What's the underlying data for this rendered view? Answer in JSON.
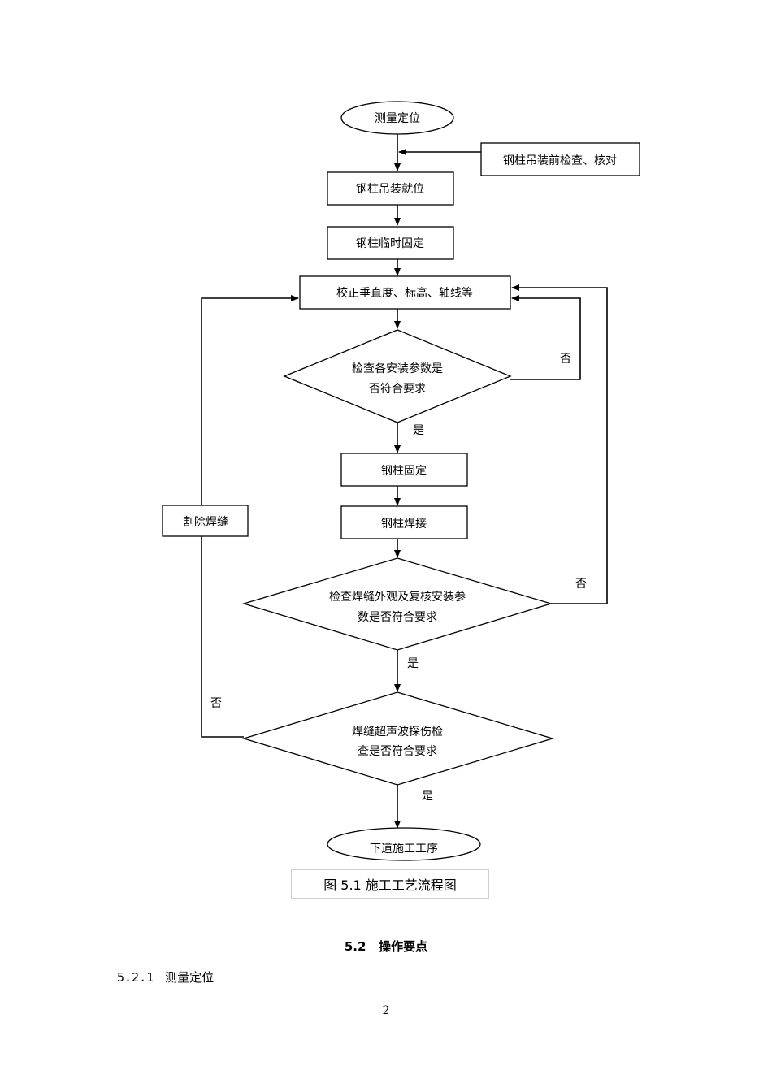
{
  "flowchart": {
    "start": "测量定位",
    "pre_check": "钢柱吊装前检查、核对",
    "hoist": "钢柱吊装就位",
    "temp_fix": "钢柱临时固定",
    "correct": "校正垂直度、标高、轴线等",
    "decision1": [
      "检查各安装参数是",
      "否符合要求"
    ],
    "fix": "钢柱固定",
    "weld": "钢柱焊接",
    "decision2": [
      "检查焊缝外观及复核安装参",
      "数是否符合要求"
    ],
    "decision3": [
      "焊缝超声波探伤检",
      "查是否符合要求"
    ],
    "remove_weld": "割除焊缝",
    "end": "下道施工工序",
    "yes_label": "是",
    "no_label": "否"
  },
  "caption": "图 5.1   施工工艺流程图",
  "section": {
    "number": "5.2",
    "title": "操作要点"
  },
  "subsection": {
    "number": "5.2.1",
    "title": "测量定位"
  },
  "page_number": "2"
}
